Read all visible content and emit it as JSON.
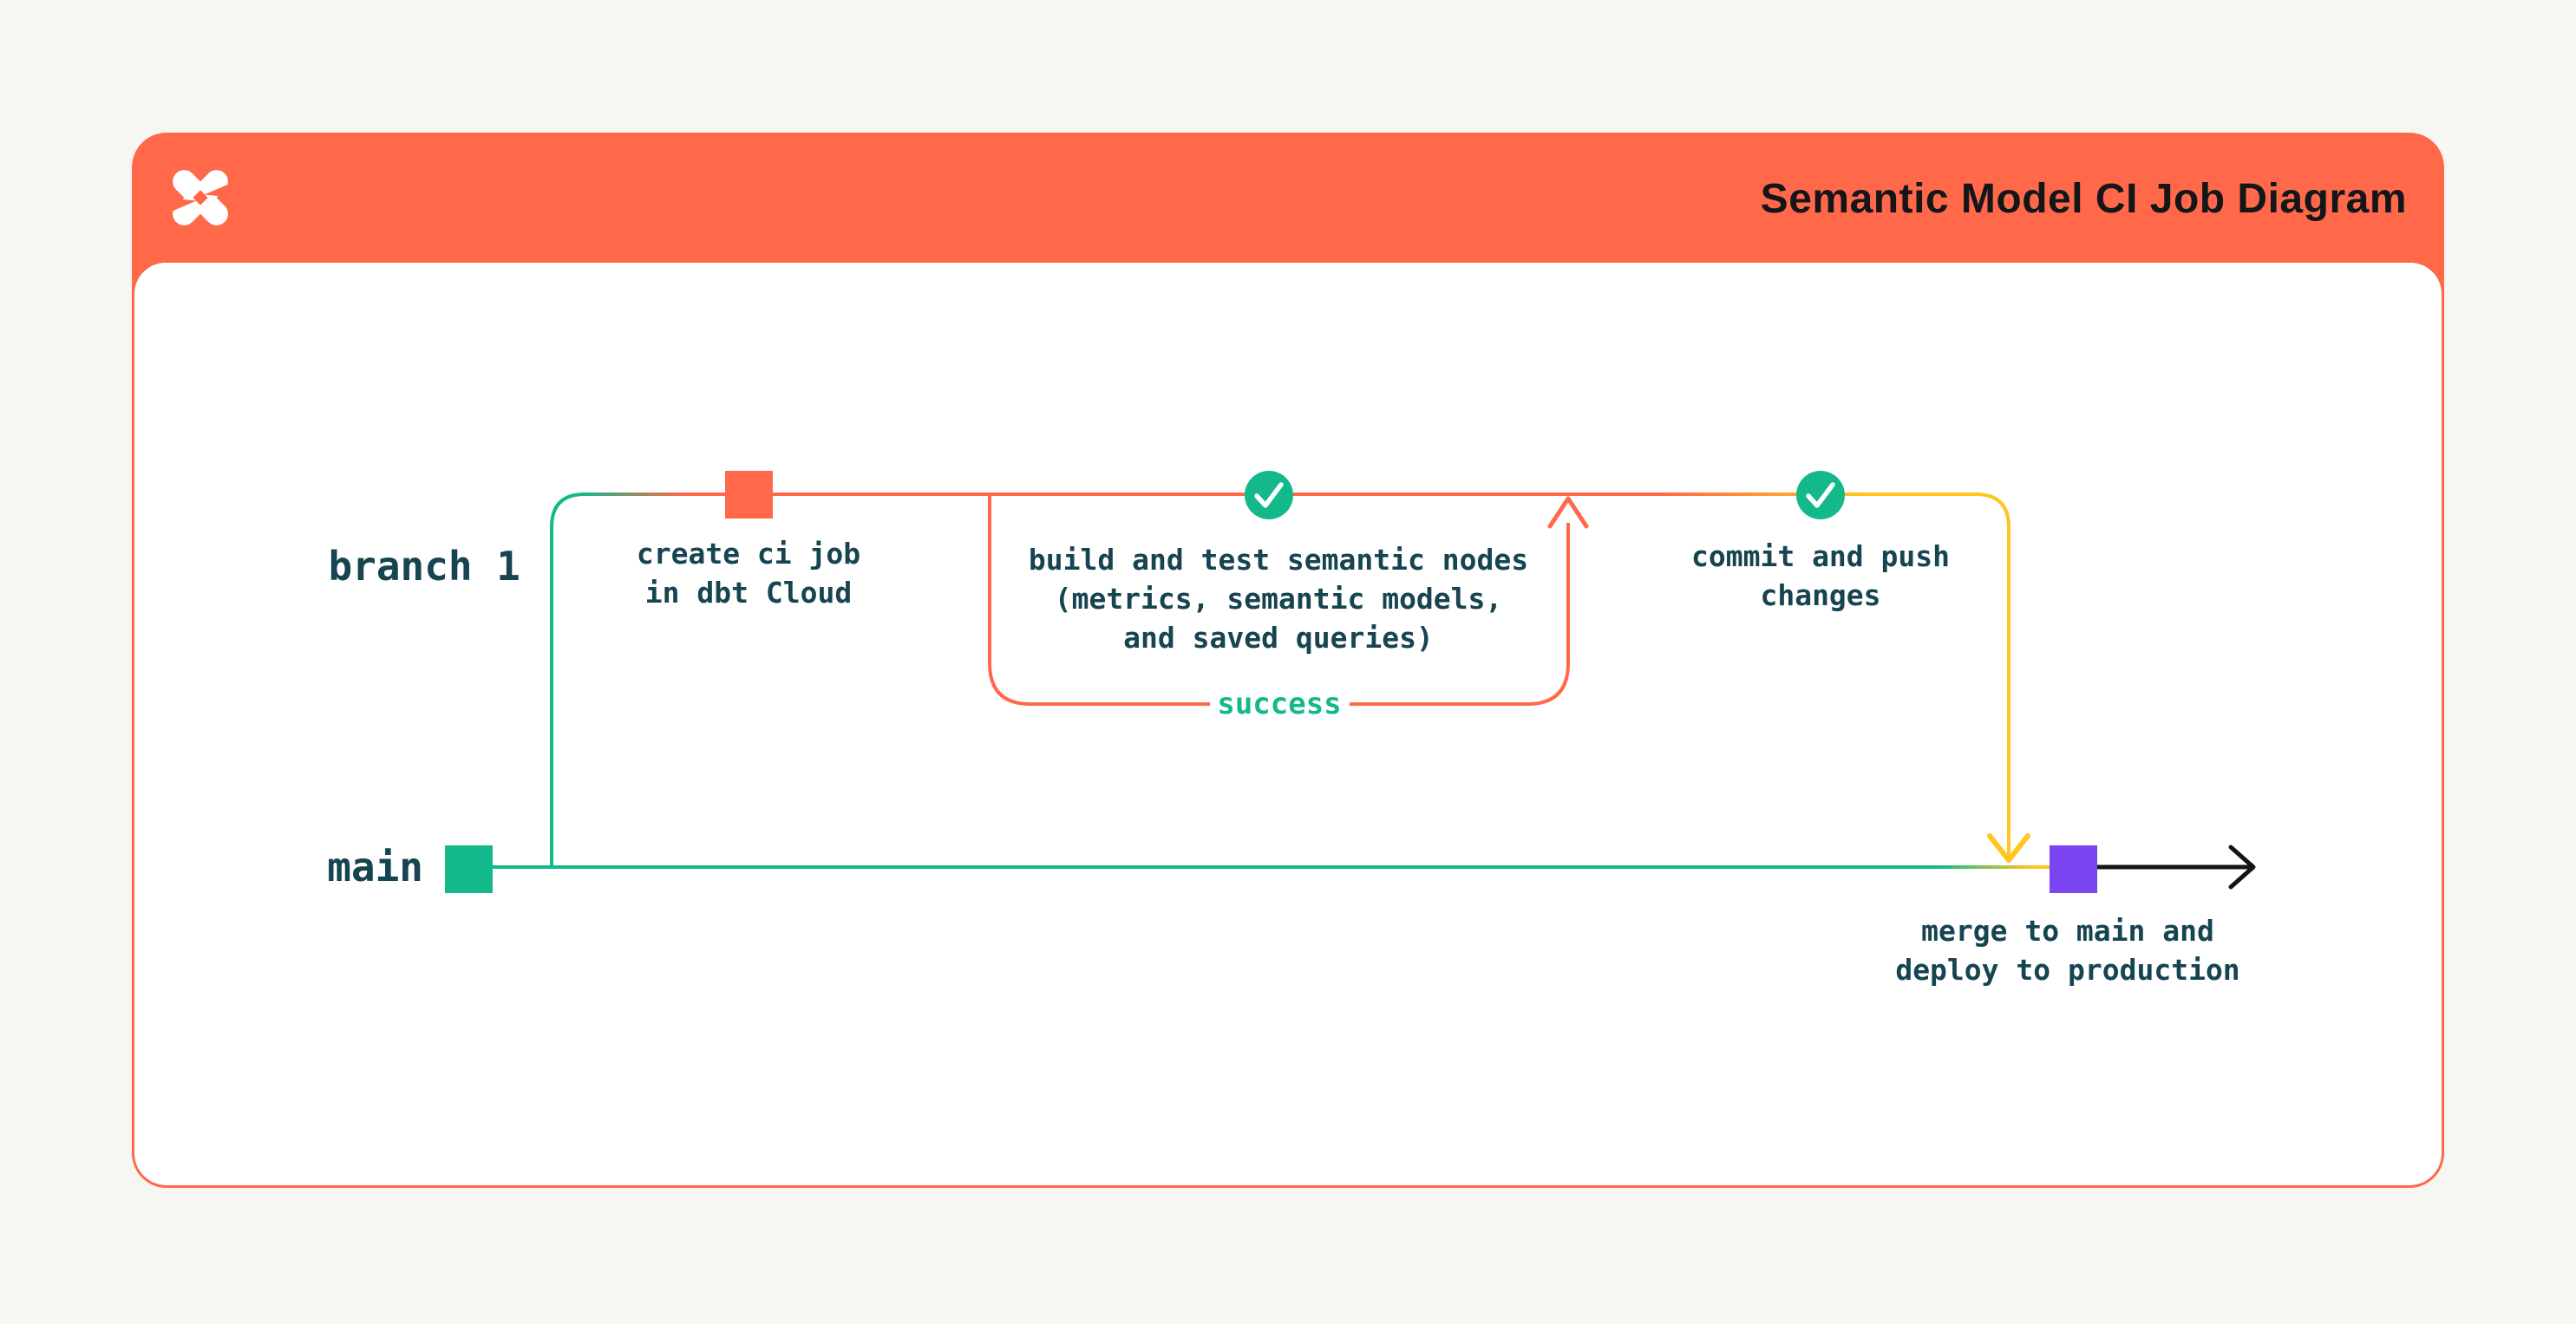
{
  "header": {
    "title": "Semantic Model CI Job Diagram",
    "logo_icon": "dbt-logo"
  },
  "colors": {
    "bg": "#f7f6f2",
    "orange": "#ff694a",
    "green": "#14b98b",
    "yellow": "#ffc61e",
    "purple": "#7b46f2",
    "ink": "#164450",
    "title_ink": "#14161a",
    "white": "#ffffff"
  },
  "diagram": {
    "branch_label": "branch 1",
    "main_label": "main",
    "create_ci": {
      "line1": "create ci job",
      "line2": "in dbt Cloud"
    },
    "build_test": {
      "line1": "build and test semantic nodes",
      "line2": "(metrics, semantic models,",
      "line3": "and saved queries)"
    },
    "success_label": "success",
    "commit_push": {
      "line1": "commit and push",
      "line2": "changes"
    },
    "merge_deploy": {
      "line1": "merge to main and",
      "line2": "deploy to production"
    },
    "icons": {
      "check_nodes": "check-circle",
      "loop_arrow": "arrow-up",
      "merge_arrow": "arrow-down",
      "continue_arrow": "arrow-right"
    }
  }
}
